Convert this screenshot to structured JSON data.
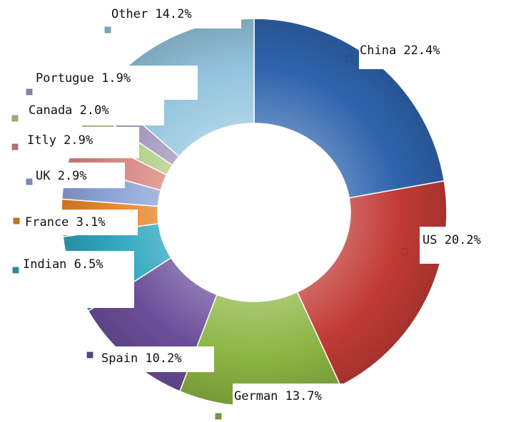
{
  "chart_data": {
    "type": "pie",
    "donut": true,
    "categories": [
      "China",
      "US",
      "German",
      "Spain",
      "Indian",
      "France",
      "UK",
      "Itly",
      "Canada",
      "Portugue",
      "Other"
    ],
    "values": [
      22.4,
      20.2,
      13.7,
      10.2,
      6.5,
      3.1,
      2.9,
      2.9,
      2.0,
      1.9,
      14.2
    ],
    "labels": [
      "China 22.4%",
      "US 20.2%",
      "German 13.7%",
      "Spain 10.2%",
      "Indian 6.5%",
      "France 3.1%",
      "UK 2.9%",
      "Itly 2.9%",
      "Canada 2.0%",
      "Portugue 1.9%",
      "Other 14.2%"
    ],
    "unit": "%",
    "colors": [
      "#2f64ad",
      "#c23b35",
      "#8db544",
      "#6c4f9a",
      "#2ea7bf",
      "#e8872a",
      "#8ea5d8",
      "#d98882",
      "#b2cf86",
      "#a497c0",
      "#93c4dd"
    ],
    "legend": "none"
  }
}
